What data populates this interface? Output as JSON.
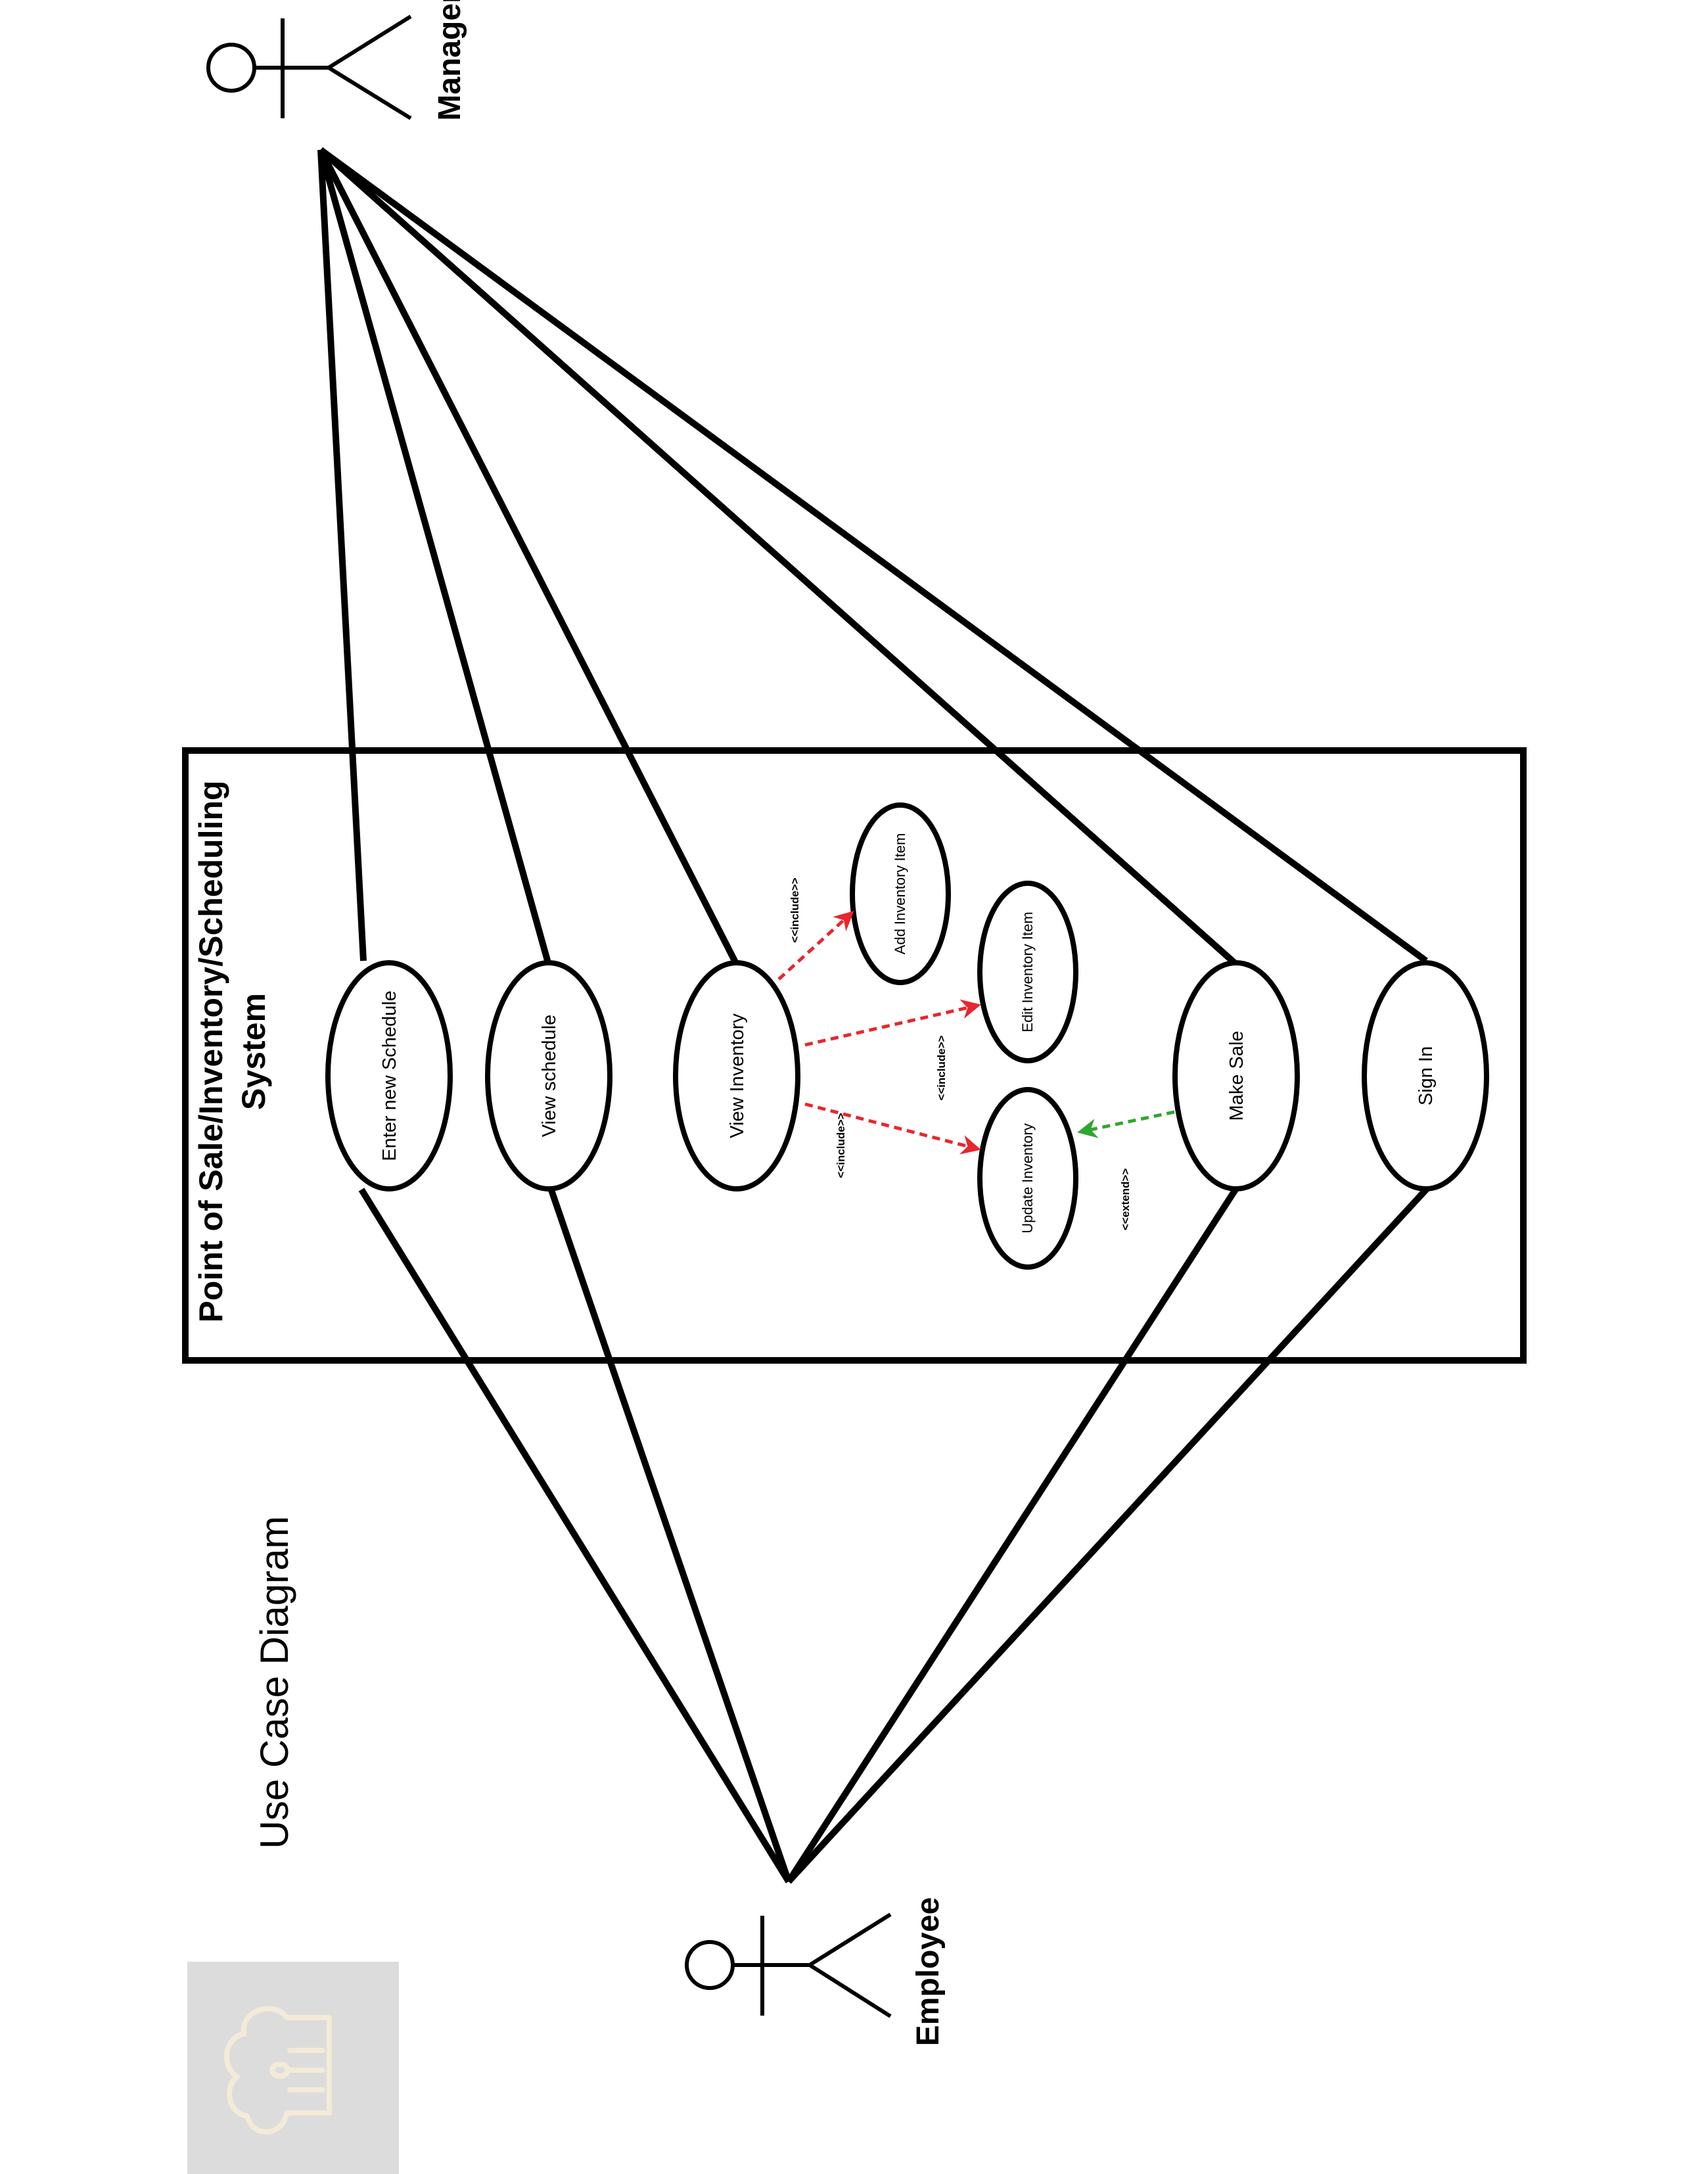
{
  "title": "Use Case Diagram",
  "system_name_line1": "Point of Sale/Inventory/Scheduling",
  "system_name_line2": "System",
  "actors": {
    "manager": "Manager",
    "employee": "Employee"
  },
  "use_cases": {
    "enter_new_schedule": "Enter new Schedule",
    "view_schedule": "View schedule",
    "view_inventory": "View Inventory",
    "add_inventory_item": "Add Inventory Item",
    "edit_inventory_item": "Edit Inventory Item",
    "update_inventory": "Update Inventory",
    "make_sale": "Make Sale",
    "sign_in": "Sign In"
  },
  "relationships": {
    "include": "<<include>>",
    "extend": "<<extend>>"
  },
  "associations": [
    {
      "actor": "Manager",
      "use_case": "Enter new Schedule"
    },
    {
      "actor": "Manager",
      "use_case": "View schedule"
    },
    {
      "actor": "Manager",
      "use_case": "View Inventory"
    },
    {
      "actor": "Manager",
      "use_case": "Make Sale"
    },
    {
      "actor": "Manager",
      "use_case": "Sign In"
    },
    {
      "actor": "Employee",
      "use_case": "Enter new Schedule"
    },
    {
      "actor": "Employee",
      "use_case": "View schedule"
    },
    {
      "actor": "Employee",
      "use_case": "Make Sale"
    },
    {
      "actor": "Employee",
      "use_case": "Sign In"
    }
  ],
  "colors": {
    "include_arrow": "#e8262d",
    "extend_arrow": "#2fa62f",
    "lines": "#000000",
    "logo_panel": "#dcdcdc",
    "logo_mark": "#f3ead8"
  },
  "icons": {
    "logo": "chef-hat-utensils-icon"
  }
}
